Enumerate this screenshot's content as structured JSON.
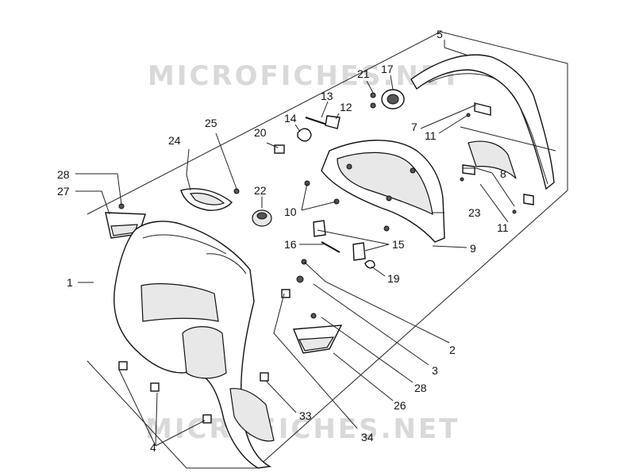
{
  "watermarks": [
    "MICROFICHES.NET",
    "MICROFICHES.NET"
  ],
  "callouts": [
    {
      "id": "c1",
      "text": "1"
    },
    {
      "id": "c2",
      "text": "2"
    },
    {
      "id": "c3",
      "text": "3"
    },
    {
      "id": "c4",
      "text": "4"
    },
    {
      "id": "c5",
      "text": "5"
    },
    {
      "id": "c7",
      "text": "7"
    },
    {
      "id": "c8",
      "text": "8"
    },
    {
      "id": "c9",
      "text": "9"
    },
    {
      "id": "c10",
      "text": "10"
    },
    {
      "id": "c11a",
      "text": "11"
    },
    {
      "id": "c11b",
      "text": "11"
    },
    {
      "id": "c12",
      "text": "12"
    },
    {
      "id": "c13",
      "text": "13"
    },
    {
      "id": "c14",
      "text": "14"
    },
    {
      "id": "c15",
      "text": "15"
    },
    {
      "id": "c16",
      "text": "16"
    },
    {
      "id": "c17",
      "text": "17"
    },
    {
      "id": "c19",
      "text": "19"
    },
    {
      "id": "c20",
      "text": "20"
    },
    {
      "id": "c21",
      "text": "21"
    },
    {
      "id": "c22",
      "text": "22"
    },
    {
      "id": "c23",
      "text": "23"
    },
    {
      "id": "c24",
      "text": "24"
    },
    {
      "id": "c25",
      "text": "25"
    },
    {
      "id": "c26",
      "text": "26"
    },
    {
      "id": "c27",
      "text": "27"
    },
    {
      "id": "c28a",
      "text": "28"
    },
    {
      "id": "c28b",
      "text": "28"
    },
    {
      "id": "c33",
      "text": "33"
    },
    {
      "id": "c34",
      "text": "34"
    }
  ]
}
